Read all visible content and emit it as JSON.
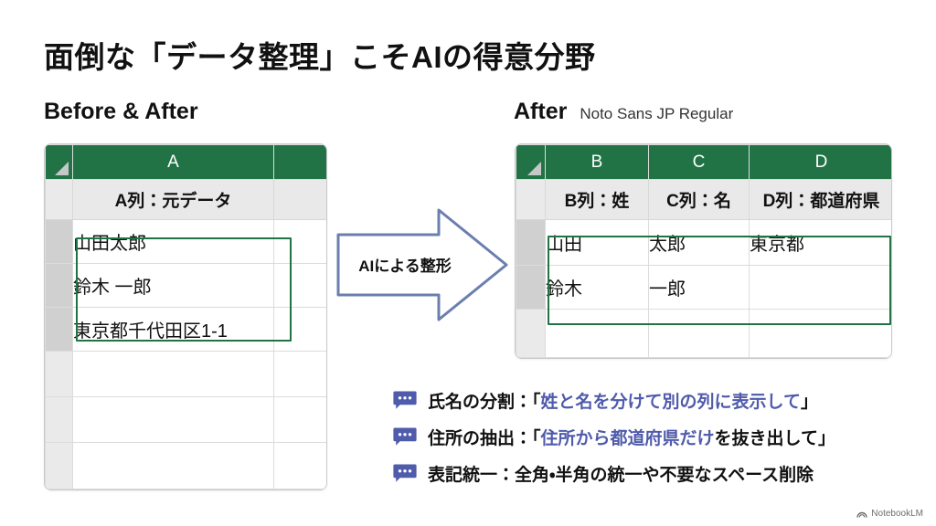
{
  "slide": {
    "title": "面倒な「データ整理」こそAIの得意分野",
    "watermark": "NotebookLM",
    "accent_green": "#217346",
    "accent_blue": "#4f5bab",
    "arrow_outline": "#6b7fae",
    "background": "#ffffff"
  },
  "before": {
    "label": "Before & After",
    "column_headers": [
      "",
      "A",
      ""
    ],
    "field_labels": [
      "",
      "A列：元データ",
      ""
    ],
    "rows": [
      [
        "山田太郎",
        ""
      ],
      [
        "鈴木 一郎",
        ""
      ],
      [
        "東京都千代田区1-1",
        ""
      ],
      [
        "",
        ""
      ],
      [
        "",
        ""
      ],
      [
        "",
        ""
      ]
    ],
    "selected_rows": [
      0,
      1,
      2
    ]
  },
  "arrow": {
    "label": "AIによる整形"
  },
  "after": {
    "label": "After",
    "note": "Noto Sans JP Regular",
    "column_headers": [
      "",
      "B",
      "C",
      "D"
    ],
    "field_labels": [
      "",
      "B列：姓",
      "C列：名",
      "D列：都道府県"
    ],
    "rows": [
      [
        "山田",
        "太郎",
        "東京都"
      ],
      [
        "鈴木",
        "一郎",
        ""
      ],
      [
        "",
        "",
        ""
      ]
    ],
    "selected_rows": [
      0,
      1
    ]
  },
  "bullets": [
    {
      "icon": "speech-bubble-icon",
      "plain_lead": "氏名の分割：",
      "quote_open": "「",
      "accent": "姓と名を分けて別の列に表示して",
      "plain_tail": "",
      "quote_close": "」"
    },
    {
      "icon": "speech-bubble-icon",
      "plain_lead": "住所の抽出：",
      "quote_open": "「",
      "accent": "住所から都道府県だけ",
      "plain_tail": "を抜き出して",
      "quote_close": "」"
    },
    {
      "icon": "speech-bubble-icon",
      "plain_lead": "表記統一：全角・半角の統一や不要なスペース削除",
      "quote_open": "",
      "accent": "",
      "plain_tail": "",
      "quote_close": ""
    }
  ]
}
